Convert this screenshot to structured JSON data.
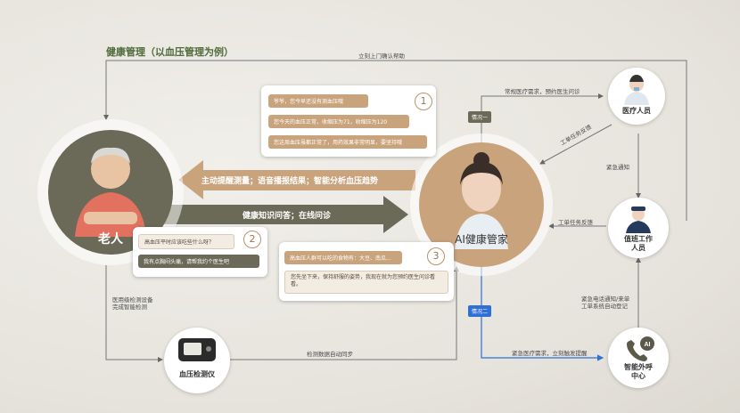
{
  "title": "健康管理（以血压管理为例）",
  "nodes": {
    "elder": "老人",
    "ai": "AI健康管家",
    "medical": "医疗人员",
    "duty": "值班工作\n人员",
    "call_center": "智能外呼\n中心",
    "bp_device": "血压检测仪"
  },
  "bubble1": {
    "number": "1",
    "lines": [
      "爷爷，您今早还没有测血压哦",
      "您今天的血压正常，收缩压为71，收缩压为120",
      "您这周血压虽都正常了，用药效果非常明显，要坚持哦"
    ]
  },
  "bubble2": {
    "number": "2",
    "lines": [
      "高血压平时应该吃些什么呀？",
      "我有点胸闷头痛，请帮我约个医生吧"
    ]
  },
  "bubble3": {
    "number": "3",
    "lines": [
      "高血压人群可以吃的食物有：大豆、南瓜...",
      "您先坐下来，保持舒服的姿势，我现在就为您预约医生问诊看看。"
    ]
  },
  "arrows": {
    "proactive": "主动提醒测量；语音播报结果；智能分析血压趋势",
    "qa": "健康知识问答；在线问诊"
  },
  "labels": {
    "top_loop": "立刻上门确认帮助",
    "routine_consult": "常规医疗需求，预约医生问诊",
    "case1": "情况一",
    "case2": "情况二",
    "work_order_feedback": "工单任务反馈",
    "emergency_notice": "紧急通知",
    "work_order_issue": "工单任务反馈",
    "auto_log": "紧急电话通知/来单\n工单系统自动登记",
    "emergency_call": "紧急医疗需求，立刻触发提醒",
    "detect_sync": "检测数据自动同步",
    "device_report": "医用级检测设备\n完成智能检测"
  },
  "colors": {
    "olive": "#6b6a58",
    "tan": "#c9a37c",
    "blue": "#2f6fd8",
    "title_green": "#4f6a3a"
  }
}
